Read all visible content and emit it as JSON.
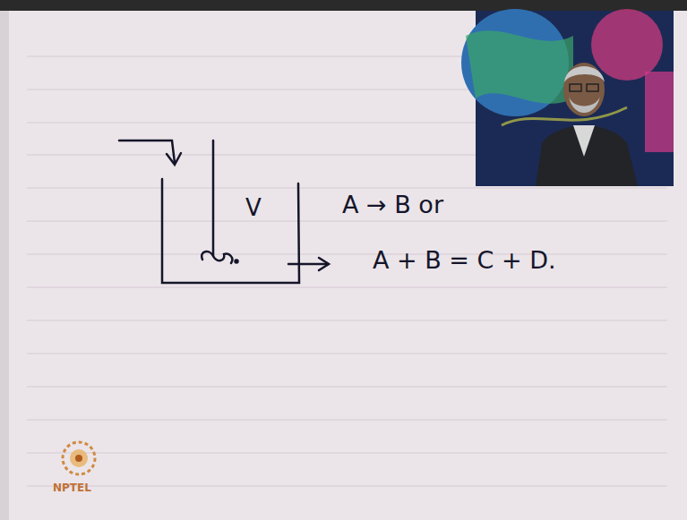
{
  "diagram": {
    "nodes": [
      {
        "text": [
          "V"
        ]
      }
    ],
    "labels": [
      "A → B or",
      "A + B = C + D.",
      "NPTEL"
    ]
  }
}
